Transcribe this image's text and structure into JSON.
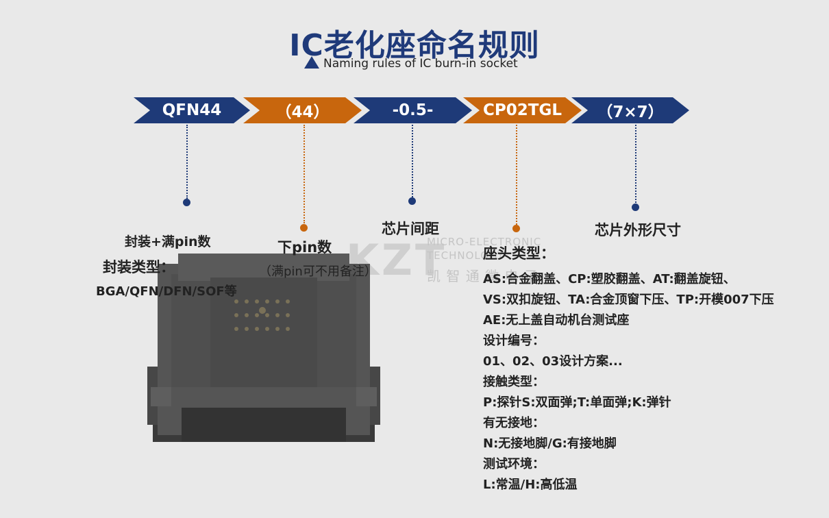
{
  "title": "IC老化座命名规则",
  "subtitle": "Naming rules of IC burn-in socket",
  "segments": [
    {
      "text": "QFN44",
      "color": "#1e3a78"
    },
    {
      "text": "（44）",
      "color": "#c8660d"
    },
    {
      "text": "-0.5-",
      "color": "#1e3a78"
    },
    {
      "text": "CP02TGL",
      "color": "#c8660d"
    },
    {
      "text": "（7×7）",
      "color": "#1e3a78"
    }
  ],
  "labels": {
    "seg1_line1": "封装+满pin数",
    "seg1_line2": "封装类型：",
    "seg1_line3": "BGA/QFN/DFN/SOF等",
    "seg2_line1": "下pin数",
    "seg2_line2": "（满pin可不用备注）",
    "seg3": "芯片间距",
    "seg5": "芯片外形尺寸"
  },
  "details": [
    "座头类型：",
    "AS:合金翻盖、CP:塑胶翻盖、AT:翻盖旋钮、",
    "VS:双扣旋钮、TA:合金顶窗下压、TP:开模007下压",
    "AE:无上盖自动机台测试座",
    "设计编号：",
    "01、02、03设计方案...",
    "接触类型：",
    "P:探针S:双面弹;T:单面弹;K:弹针",
    "有无接地：",
    "N:无接地脚/G:有接地脚",
    "测试环境：",
    "L:常温/H:高低温"
  ],
  "watermark": {
    "logo": "KZT",
    "line1": "MICRO-ELECTRONIC",
    "line2": "TECHNOLOGY",
    "line3": "凯 智 通 微 电 子"
  }
}
